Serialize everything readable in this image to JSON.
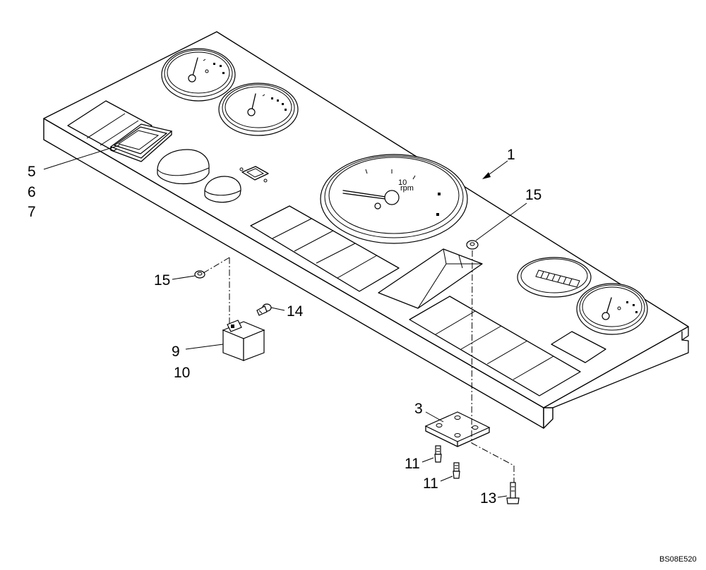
{
  "diagram": {
    "reference_code": "BS08E520",
    "callouts": {
      "c1": "1",
      "c3": "3",
      "c5": "5",
      "c6": "6",
      "c7": "7",
      "c9": "9",
      "c10": "10",
      "c11a": "11",
      "c11b": "11",
      "c13": "13",
      "c14": "14",
      "c15a": "15",
      "c15b": "15"
    }
  }
}
